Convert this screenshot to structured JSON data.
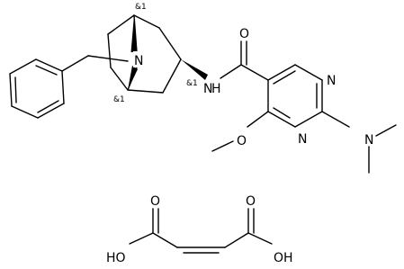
{
  "molecule": {
    "labels": {
      "amide_oxygen": "O",
      "amide_nh": "N",
      "amide_h": "H",
      "ring_n_top": "N",
      "ring_n_bottom": "N",
      "methoxy_o": "O",
      "dimethylamino_n": "N",
      "bridge_n": "N",
      "acid_o_left": "O",
      "acid_o_right": "O",
      "acid_oh_left": "HO",
      "acid_oh_right": "OH"
    },
    "stereo_marks": {
      "bridgehead_top": "&1",
      "bridgehead_bottom": "&1",
      "c3": "&1"
    }
  }
}
